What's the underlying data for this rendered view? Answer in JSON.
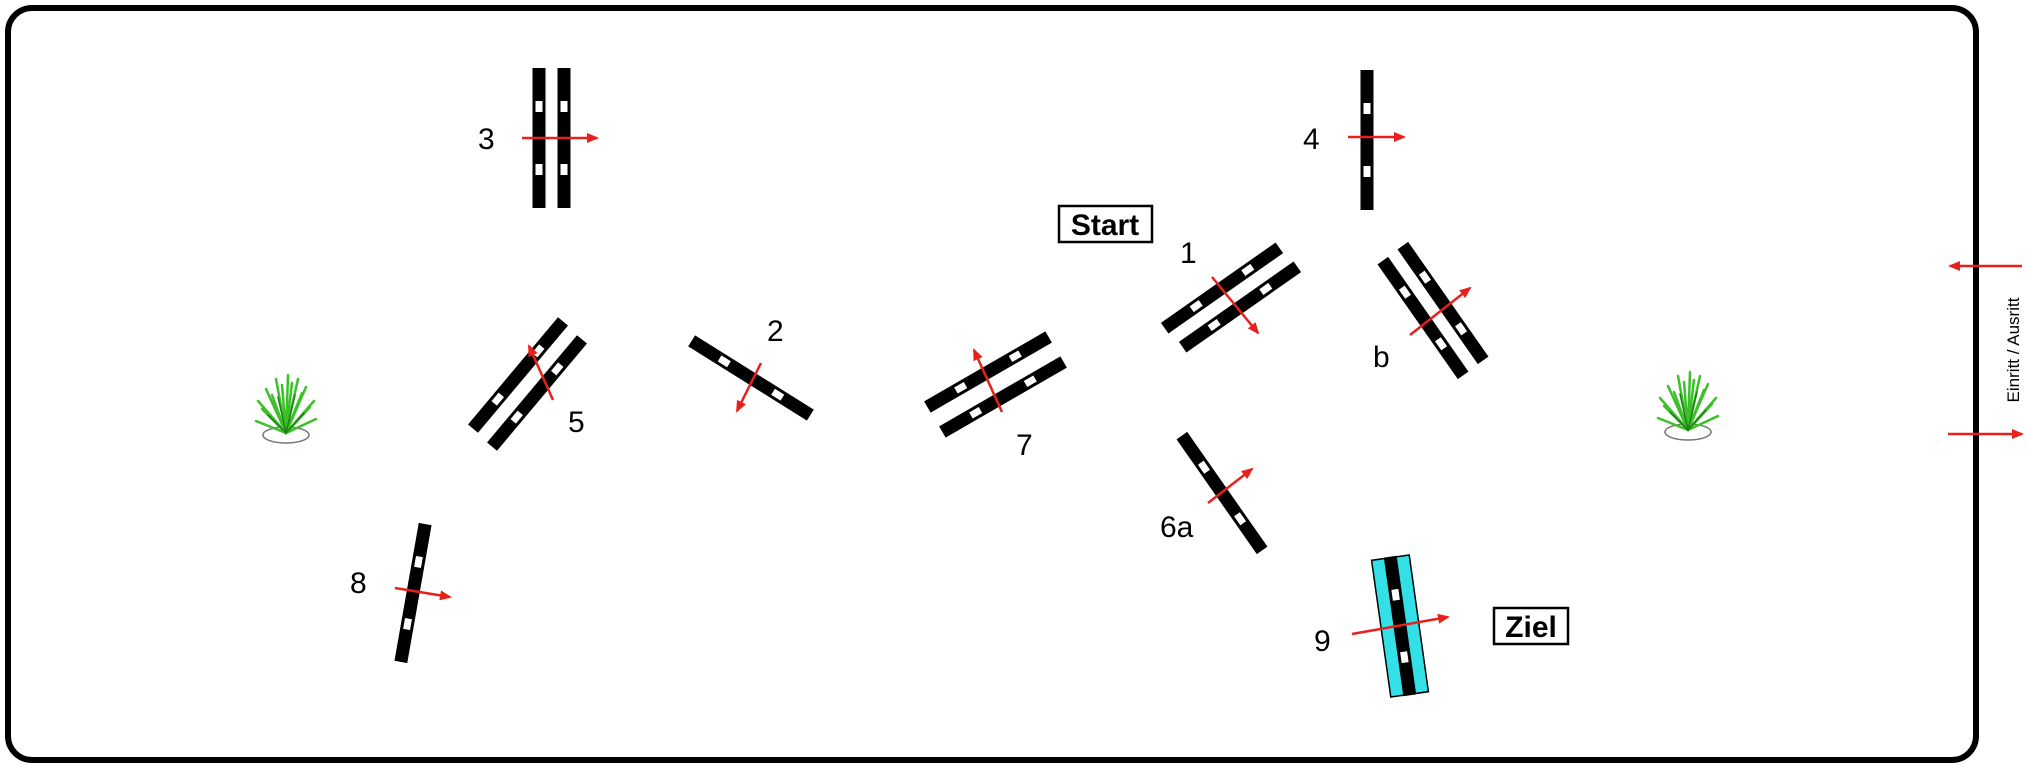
{
  "labels": {
    "start": "Start",
    "finish": "Ziel",
    "entrance": "Einritt / Ausritt"
  },
  "obstacles": [
    {
      "id": "3",
      "label": "3",
      "type": "oxer",
      "direction": "right"
    },
    {
      "id": "4",
      "label": "4",
      "type": "vertical",
      "direction": "right"
    },
    {
      "id": "1",
      "label": "1",
      "type": "oxer",
      "direction": "down-right"
    },
    {
      "id": "b",
      "label": "b",
      "type": "oxer",
      "direction": "up-right"
    },
    {
      "id": "5",
      "label": "5",
      "type": "oxer",
      "direction": "up-left"
    },
    {
      "id": "2",
      "label": "2",
      "type": "vertical",
      "direction": "down-left"
    },
    {
      "id": "7",
      "label": "7",
      "type": "oxer",
      "direction": "up-left"
    },
    {
      "id": "6a",
      "label": "6a",
      "type": "vertical",
      "direction": "up-right"
    },
    {
      "id": "8",
      "label": "8",
      "type": "vertical",
      "direction": "right"
    },
    {
      "id": "9",
      "label": "9",
      "type": "water-vertical",
      "direction": "right"
    }
  ],
  "colors": {
    "pole": "#000000",
    "pole_stripe": "#ffffff",
    "arrow": "#e8201c",
    "water": "#33e0e8",
    "plant": "#3cc02a",
    "arena_border": "#000000"
  },
  "decorations": [
    "plant-left",
    "plant-right"
  ]
}
